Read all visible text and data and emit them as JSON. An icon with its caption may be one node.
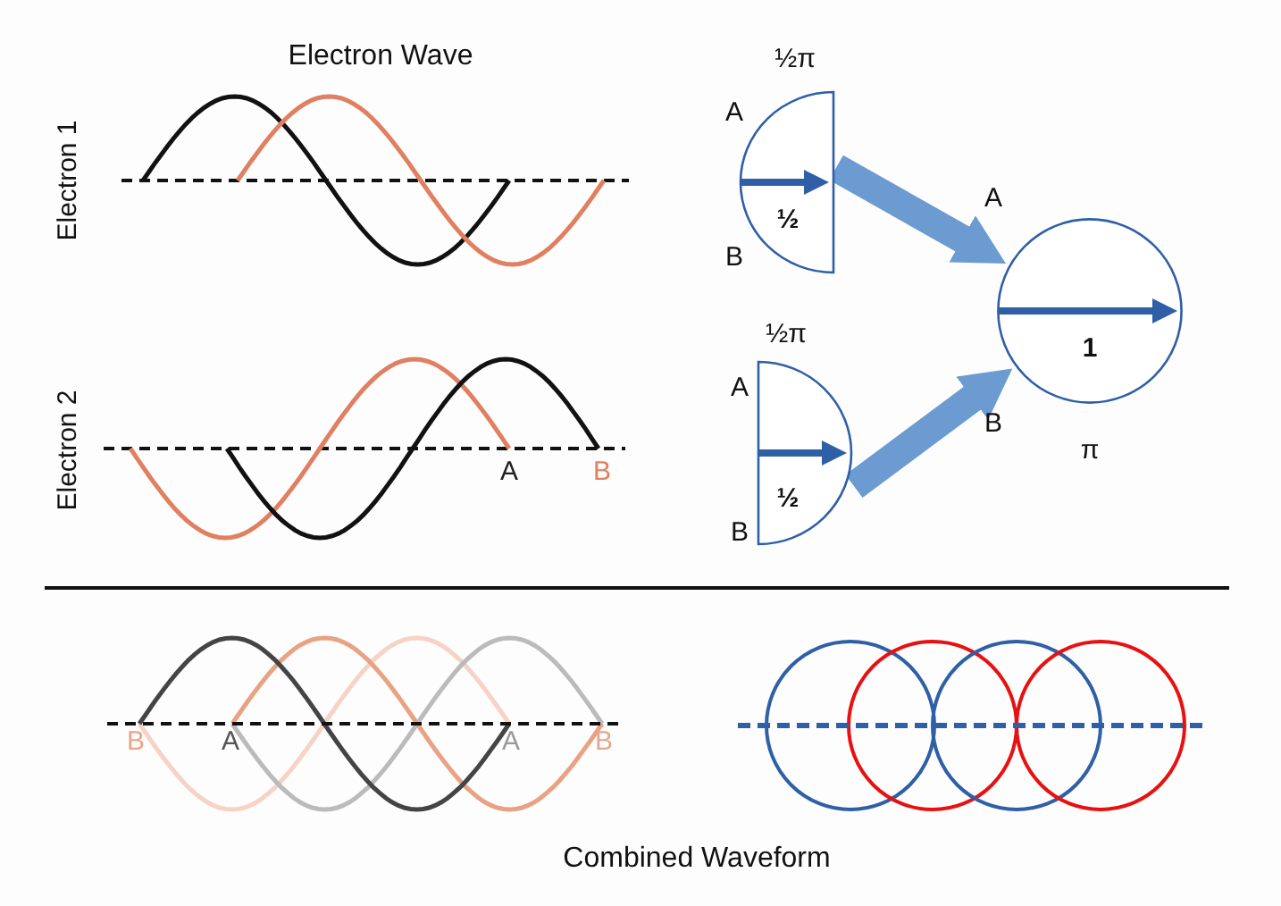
{
  "diagram": {
    "title": "Electron Wave",
    "caption": "Combined Waveform",
    "nodes": [
      {
        "text": [
          "½"
        ],
        "beside": [
          "½π",
          "A",
          "B"
        ]
      },
      {
        "text": [
          "½"
        ],
        "beside": [
          "½π",
          "A",
          "B"
        ]
      },
      {
        "text": [
          "1"
        ],
        "beside": [
          "A",
          "B",
          "π"
        ]
      }
    ],
    "edges": [
      {
        "from": 0,
        "to": 2,
        "arrow": "to"
      },
      {
        "from": 1,
        "to": 2,
        "arrow": "to"
      }
    ],
    "labels": [
      "Electron 1",
      "Electron 2",
      "A",
      "B",
      "B",
      "A",
      "A",
      "B"
    ]
  }
}
